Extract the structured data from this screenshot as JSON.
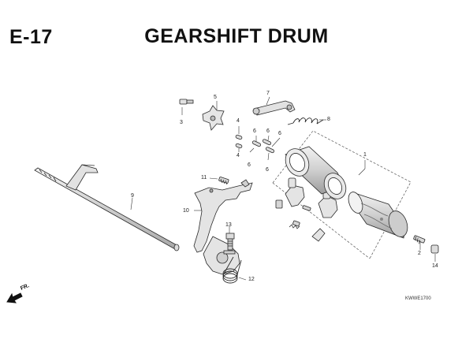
{
  "header": {
    "code": "E-17",
    "title": "GEARSHIFT DRUM"
  },
  "parts": [
    {
      "id": "p1",
      "label": "1"
    },
    {
      "id": "p2",
      "label": "2"
    },
    {
      "id": "p3",
      "label": "3"
    },
    {
      "id": "p4a",
      "label": "4"
    },
    {
      "id": "p4b",
      "label": "4"
    },
    {
      "id": "p5",
      "label": "5"
    },
    {
      "id": "p6a",
      "label": "6"
    },
    {
      "id": "p6b",
      "label": "6"
    },
    {
      "id": "p6c",
      "label": "6"
    },
    {
      "id": "p6d",
      "label": "6"
    },
    {
      "id": "p6e",
      "label": "6"
    },
    {
      "id": "p7",
      "label": "7"
    },
    {
      "id": "p8",
      "label": "8"
    },
    {
      "id": "p9",
      "label": "9"
    },
    {
      "id": "p10",
      "label": "10"
    },
    {
      "id": "p11",
      "label": "11"
    },
    {
      "id": "p12",
      "label": "12"
    },
    {
      "id": "p13",
      "label": "13"
    },
    {
      "id": "p14",
      "label": "14"
    }
  ],
  "front_marker": "FR.",
  "reference_code": "KWWE1700",
  "colors": {
    "line": "#2a2a2a",
    "fill": "#e2e2e2",
    "dark": "#9a9a9a"
  }
}
